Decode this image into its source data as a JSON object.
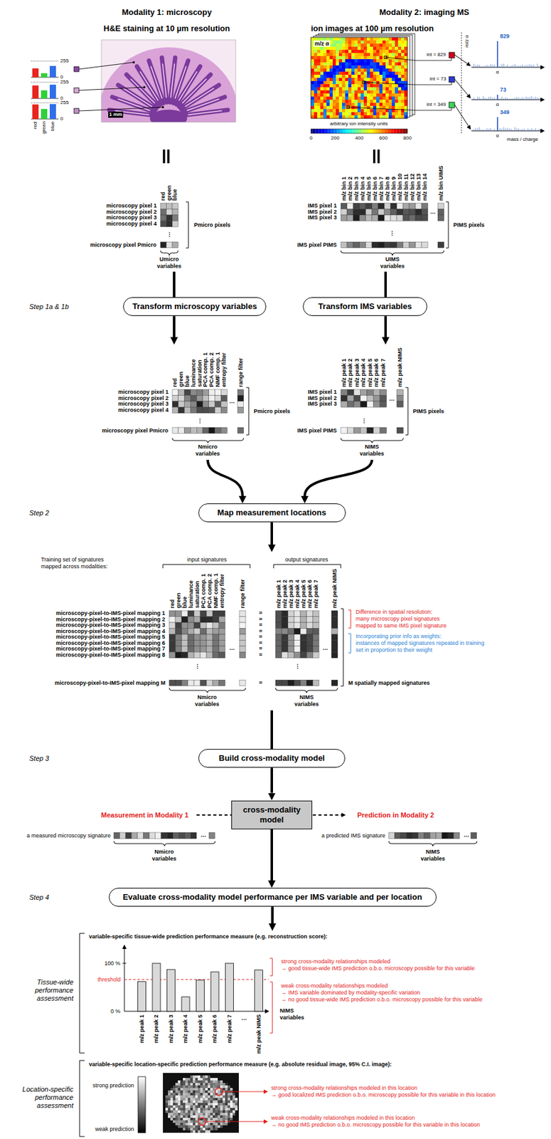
{
  "diagram": {
    "nodes": [
      {
        "text": [
          "Transform microscopy variables"
        ]
      },
      {
        "text": [
          "Transform IMS variables"
        ]
      },
      {
        "text": [
          "Map measurement locations"
        ]
      },
      {
        "text": [
          "Build cross-modality model"
        ]
      },
      {
        "text": [
          "cross-modality model"
        ]
      },
      {
        "text": [
          "Evaluate cross-modality model performance per IMS variable and per location"
        ]
      }
    ],
    "edges": [
      {
        "from": 3,
        "to": 4,
        "arrow": "to"
      },
      {
        "from": 4,
        "to": 5,
        "arrow": "to"
      }
    ],
    "labels": [
      "Modality 1: microscopy",
      "H&E staining at 10 µm resolution",
      "Modality 2: imaging MS",
      "ion images at 100 µm resolution",
      "255",
      "0",
      "255",
      "0",
      "255",
      "0",
      "red",
      "green",
      "blue",
      "1 mm",
      "m/z α",
      "arbitrary ion intensity units",
      "0",
      "200",
      "400",
      "600",
      "800",
      "int = 829",
      "int = 73",
      "int = 349",
      "829",
      "73",
      "349",
      "m/z α",
      "α",
      "α",
      "α",
      "mass / charge",
      "red",
      "green",
      "blue",
      "microscopy pixel 1",
      "microscopy pixel 2",
      "microscopy pixel 3",
      "microscopy pixel 4",
      "⋮",
      "microscopy pixel Pmicro",
      "Pmicro pixels",
      "Umicro variables",
      "m/z bin 1",
      "m/z bin 2",
      "m/z bin 3",
      "m/z bin 4",
      "m/z bin 5",
      "m/z bin 6",
      "m/z bin 7",
      "m/z bin 8",
      "m/z bin 9",
      "m/z bin 10",
      "m/z bin 11",
      "m/z bin 12",
      "m/z bin 13",
      "m/z bin 14",
      "m/z bin UIMS",
      "IMS pixel 1",
      "IMS pixel 2",
      "IMS pixel 3",
      "⋮",
      "IMS pixel PIMS",
      "…",
      "PIMS pixels",
      "UIMS variables",
      "Step 1a & 1b",
      "red",
      "green",
      "blue",
      "luminance",
      "saturation",
      "PCA comp. 1",
      "PCA comp. 2",
      "NMF comp. 1",
      "entropy filter",
      "range filter",
      "microscopy pixel 1",
      "microscopy pixel 2",
      "microscopy pixel 3",
      "microscopy pixel 4",
      "⋮",
      "microscopy pixel Pmicro",
      "…",
      "Pmicro pixels",
      "Nmicro variables",
      "m/z peak 1",
      "m/z peak 2",
      "m/z peak 3",
      "m/z peak 4",
      "m/z peak 5",
      "m/z peak 6",
      "m/z peak 7",
      "m/z peak NIMS",
      "IMS pixel 1",
      "IMS pixel 2",
      "IMS pixel 3",
      "⋮",
      "IMS pixel PIMS",
      "…",
      "PIMS pixels",
      "NIMS variables",
      "Step 2",
      "Training set of signatures mapped across modalities:",
      "input signatures",
      "output signatures",
      "red",
      "green",
      "blue",
      "luminance",
      "saturation",
      "PCA comp. 1",
      "PCA comp. 2",
      "NMF comp. 1",
      "entropy filter",
      "range filter",
      "m/z peak 1",
      "m/z peak 2",
      "m/z peak 3",
      "m/z peak 4",
      "m/z peak 5",
      "m/z peak 6",
      "m/z peak 7",
      "m/z peak NIMS",
      "microscopy-pixel-to-IMS-pixel mapping 1",
      "microscopy-pixel-to-IMS-pixel mapping 2",
      "microscopy-pixel-to-IMS-pixel mapping 3",
      "microscopy-pixel-to-IMS-pixel mapping 4",
      "microscopy-pixel-to-IMS-pixel mapping 5",
      "microscopy-pixel-to-IMS-pixel mapping 6",
      "microscopy-pixel-to-IMS-pixel mapping 7",
      "microscopy-pixel-to-IMS-pixel mapping 8",
      "⋮",
      "⋮",
      "microscopy-pixel-to-IMS-pixel mapping M",
      "=",
      "=",
      "=",
      "=",
      "=",
      "=",
      "=",
      "=",
      "=",
      "…",
      "…",
      "Difference in spatial resolution: many microscopy pixel signatures mapped to same IMS pixel signature",
      "Incorporating prior info as weights: instances of mapped signatures repeated in training set in proportion to their weight",
      "M spatially mapped signatures",
      "Nmicro variables",
      "NIMS variables",
      "Step 3",
      "Measurement in Modality 1",
      "Prediction in Modality 2",
      "a measured microscopy signature",
      "…",
      "Nmicro variables",
      "a predicted IMS signature",
      "…",
      "NIMS variables",
      "Step 4",
      "variable-specific tissue-wide prediction performance measure (e.g. reconstruction score):",
      "100 %",
      "threshold",
      "0 %",
      "m/z peak 1",
      "m/z peak 2",
      "m/z peak 3",
      "m/z peak 4",
      "m/z peak 5",
      "m/z peak 6",
      "m/z peak 7",
      "…",
      "m/z peak NIMS",
      "NIMS variables",
      "strong cross-modality relationships modeled → good tissue-wide IMS prediction o.b.o. microscopy possible for this variable",
      "weak cross-modality relationships modeled → IMS variable dominated by modality-specific variation → no good tissue-wide IMS prediction o.b.o. microscopy possible for this variable",
      "Tissue-wide performance assessment",
      "variable-specific location-specific prediction performance measure (e.g. absolute residual image, 95% C.I. image):",
      "strong prediction",
      "weak prediction",
      "strong cross-modality relationships modeled in this location → good localized IMS prediction o.b.o. microscopy possible for this variable in this location",
      "weak cross-modality relationships modeled in this location → no good IMS prediction o.b.o. microscopy possible for this variable in this location",
      "Location-specific performance assessment"
    ]
  }
}
